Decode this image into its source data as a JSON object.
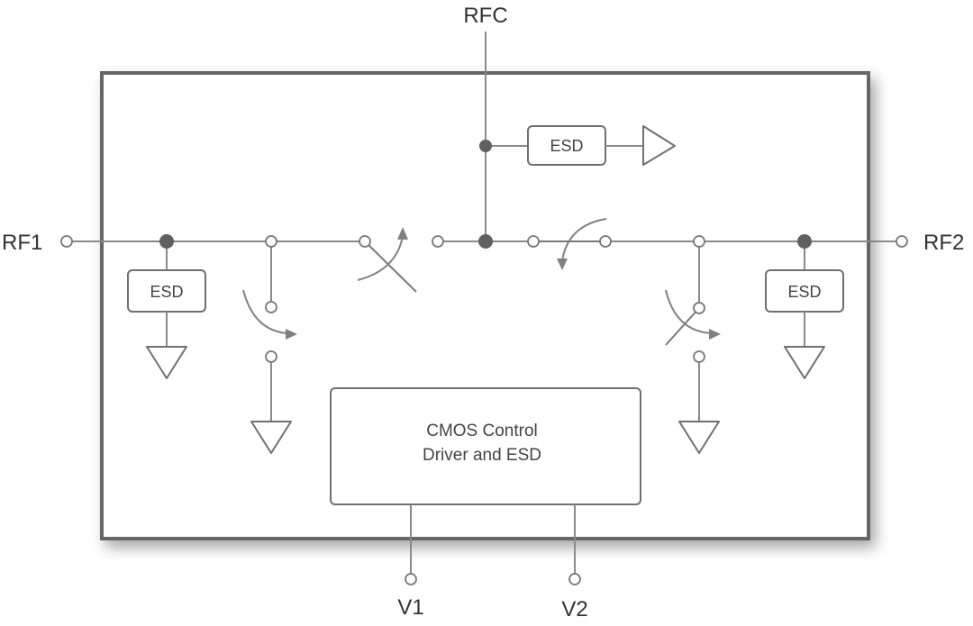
{
  "pins": {
    "rfc": "RFC",
    "rf1": "RF1",
    "rf2": "RF2",
    "v1": "V1",
    "v2": "V2"
  },
  "esd_label": "ESD",
  "control_block": {
    "line1": "CMOS Control",
    "line2": "Driver and ESD"
  },
  "colors": {
    "outline": "#666666",
    "wire": "#8a8a8a",
    "junction": "#606060",
    "background": "#ffffff"
  }
}
